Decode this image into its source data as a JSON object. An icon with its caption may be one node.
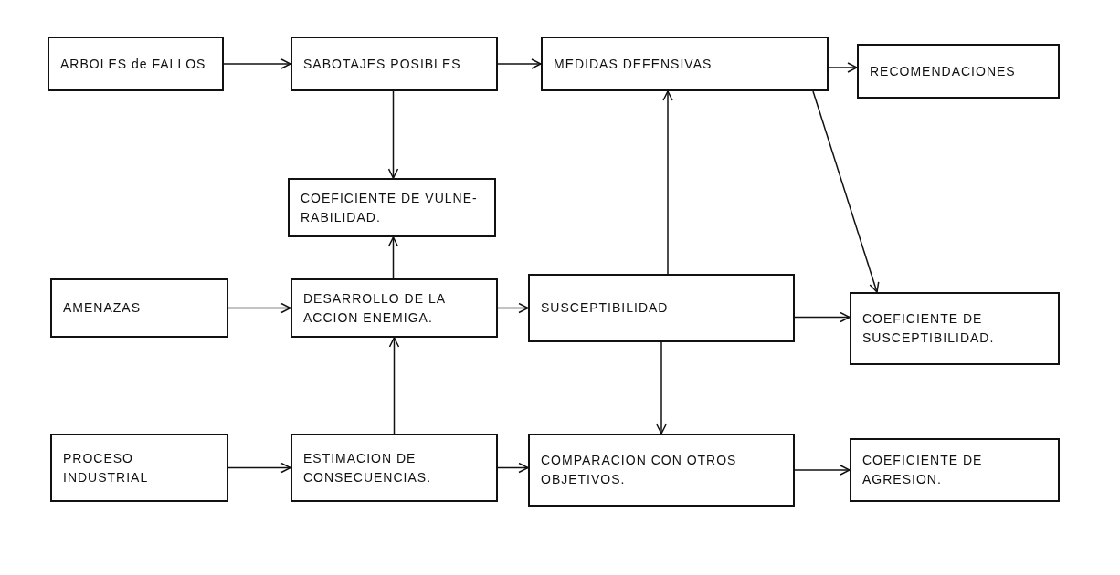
{
  "diagram": {
    "nodes": [
      {
        "text": [
          "ARBOLES de FALLOS"
        ]
      },
      {
        "text": [
          "SABOTAJES POSIBLES"
        ]
      },
      {
        "text": [
          "MEDIDAS DEFENSIVAS"
        ]
      },
      {
        "text": [
          "RECOMENDACIONES"
        ]
      },
      {
        "text": [
          "COEFICIENTE DE VULNE- RABILIDAD."
        ]
      },
      {
        "text": [
          "AMENAZAS"
        ]
      },
      {
        "text": [
          "DESARROLLO DE LA ACCION ENEMIGA."
        ]
      },
      {
        "text": [
          "SUSCEPTIBILIDAD"
        ]
      },
      {
        "text": [
          "COEFICIENTE DE SUSCEPTIBILIDAD."
        ]
      },
      {
        "text": [
          "PROCESO INDUSTRIAL"
        ]
      },
      {
        "text": [
          "ESTIMACION DE CONSECUENCIAS."
        ]
      },
      {
        "text": [
          "COMPARACION CON OTROS OBJETIVOS."
        ]
      },
      {
        "text": [
          "COEFICIENTE DE AGRESION."
        ]
      }
    ],
    "edges": [
      {
        "from": 0,
        "to": 1,
        "arrow": "to"
      },
      {
        "from": 1,
        "to": 2,
        "arrow": "to"
      },
      {
        "from": 2,
        "to": 3,
        "arrow": "to"
      },
      {
        "from": 1,
        "to": 4,
        "arrow": "to"
      },
      {
        "from": 6,
        "to": 4,
        "arrow": "to"
      },
      {
        "from": 5,
        "to": 6,
        "arrow": "to"
      },
      {
        "from": 6,
        "to": 7,
        "arrow": "to"
      },
      {
        "from": 7,
        "to": 8,
        "arrow": "to"
      },
      {
        "from": 7,
        "to": 2,
        "arrow": "to"
      },
      {
        "from": 2,
        "to": 8,
        "arrow": "to"
      },
      {
        "from": 7,
        "to": 11,
        "arrow": "to"
      },
      {
        "from": 10,
        "to": 6,
        "arrow": "to"
      },
      {
        "from": 9,
        "to": 10,
        "arrow": "to"
      },
      {
        "from": 10,
        "to": 11,
        "arrow": "to"
      },
      {
        "from": 11,
        "to": 12,
        "arrow": "to"
      }
    ]
  }
}
